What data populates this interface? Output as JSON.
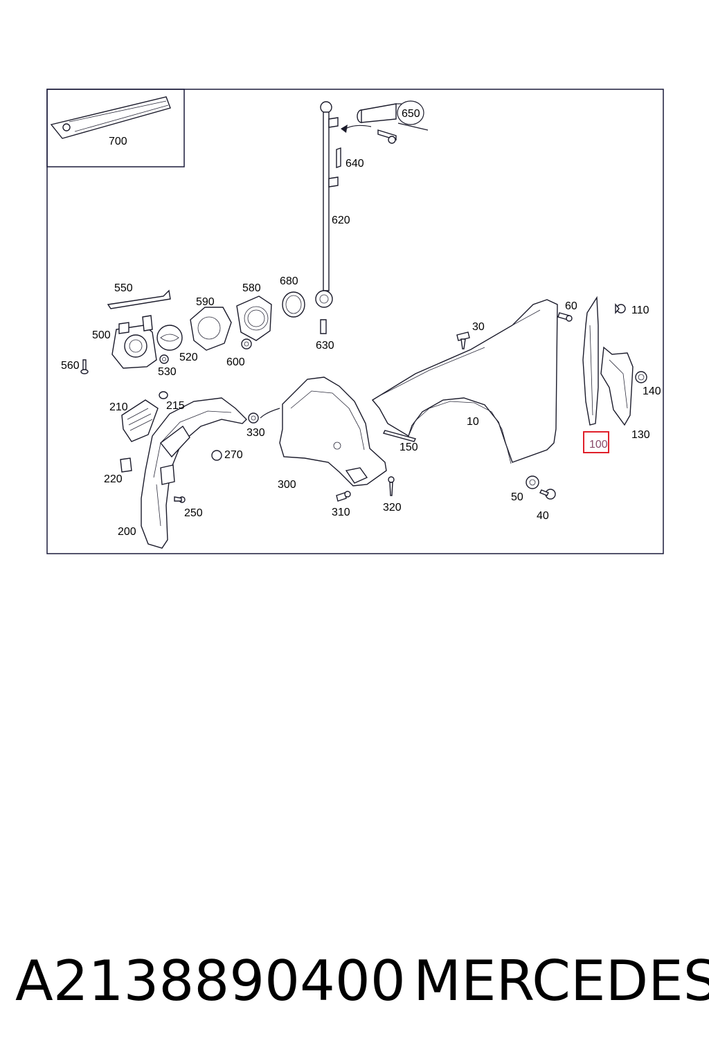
{
  "diagram": {
    "inset_label": "700",
    "labels": {
      "l10": "10",
      "l30": "30",
      "l40": "40",
      "l50": "50",
      "l60": "60",
      "l100": "100",
      "l110": "110",
      "l130": "130",
      "l140": "140",
      "l150": "150",
      "l200": "200",
      "l210": "210",
      "l215": "215",
      "l220": "220",
      "l250": "250",
      "l270": "270",
      "l300": "300",
      "l310": "310",
      "l320": "320",
      "l330": "330",
      "l500": "500",
      "l520": "520",
      "l530": "530",
      "l550": "550",
      "l560": "560",
      "l580": "580",
      "l590": "590",
      "l600": "600",
      "l620": "620",
      "l630": "630",
      "l640": "640",
      "l650": "650",
      "l680": "680"
    },
    "highlighted_part": "100",
    "highlight_color": "#e0202a"
  },
  "footer": {
    "part_number": "A2138890400",
    "brand": "MERCEDES"
  }
}
